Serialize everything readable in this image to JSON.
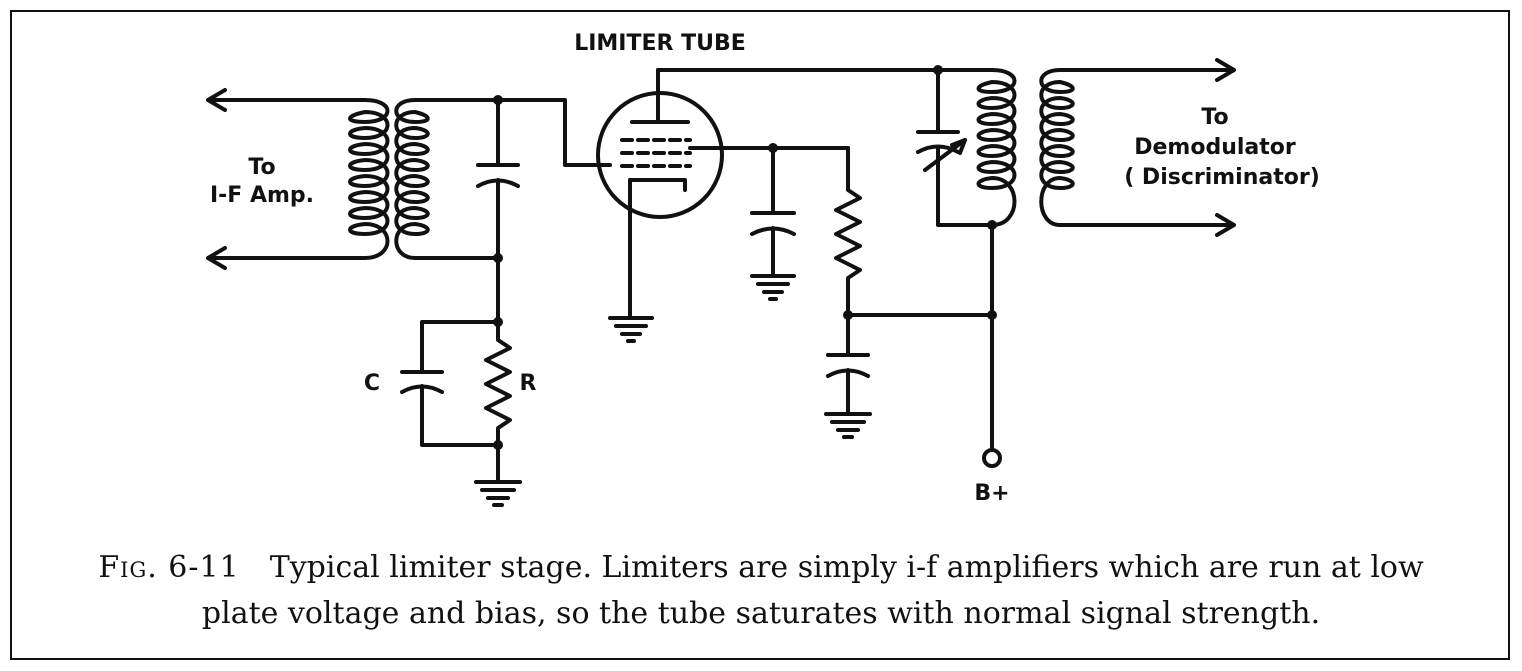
{
  "diagram": {
    "tube_label": "LIMITER TUBE",
    "left_label_line1": "To",
    "left_label_line2": "I-F Amp.",
    "right_label_line1": "To",
    "right_label_line2": "Demodulator",
    "right_label_line3": "( Discriminator)",
    "cap_label": "C",
    "res_label": "R",
    "supply_label": "B+"
  },
  "caption": {
    "figure": "Fig. 6-11",
    "line1": "Typical limiter stage. Limiters are simply i-f amplifiers which are run at low",
    "line2": "plate voltage and bias, so the tube saturates with normal signal strength."
  }
}
